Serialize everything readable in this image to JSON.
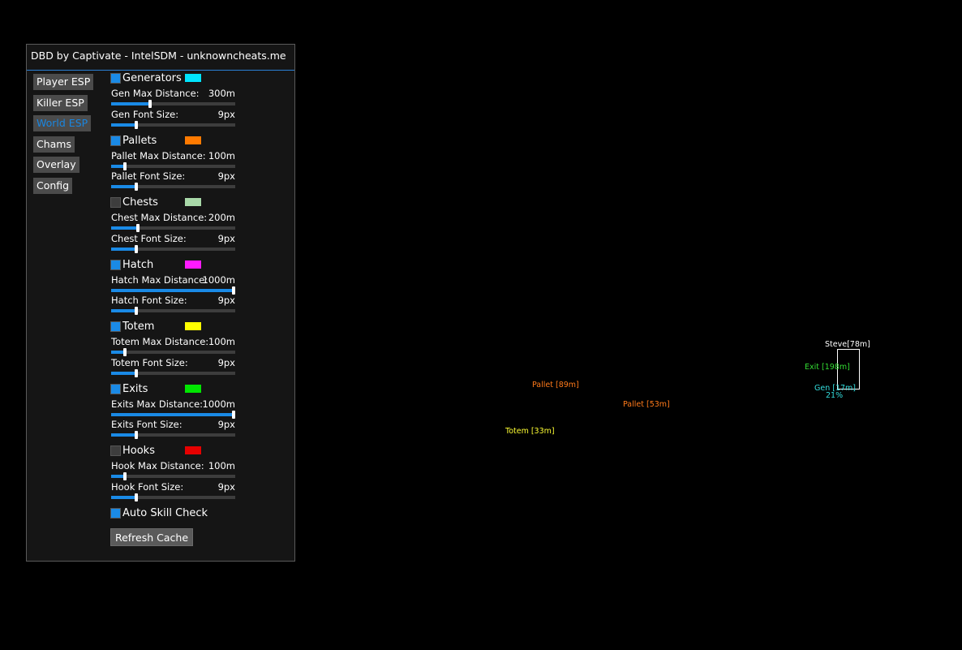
{
  "window": {
    "title": "DBD by Captivate - IntelSDM - unknowncheats.me"
  },
  "tabs": [
    {
      "label": "Player ESP",
      "active": false
    },
    {
      "label": "Killer ESP",
      "active": false
    },
    {
      "label": "World ESP",
      "active": true
    },
    {
      "label": "Chams",
      "active": false
    },
    {
      "label": "Overlay",
      "active": false
    },
    {
      "label": "Config",
      "active": false
    }
  ],
  "sections": [
    {
      "label": "Generators",
      "checked": true,
      "color": "#00e5ff",
      "sliders": [
        {
          "label": "Gen Max Distance:",
          "value": "300m",
          "fraction": 0.3
        },
        {
          "label": "Gen Font Size:",
          "value": "9px",
          "fraction": 0.19
        }
      ]
    },
    {
      "label": "Pallets",
      "checked": true,
      "color": "#ff7a00",
      "sliders": [
        {
          "label": "Pallet Max Distance:",
          "value": "100m",
          "fraction": 0.1
        },
        {
          "label": "Pallet Font Size:",
          "value": "9px",
          "fraction": 0.19
        }
      ]
    },
    {
      "label": "Chests",
      "checked": false,
      "color": "#a8d8a8",
      "sliders": [
        {
          "label": "Chest Max Distance:",
          "value": "200m",
          "fraction": 0.2
        },
        {
          "label": "Chest Font Size:",
          "value": "9px",
          "fraction": 0.19
        }
      ]
    },
    {
      "label": "Hatch",
      "checked": true,
      "color": "#ff1aff",
      "sliders": [
        {
          "label": "Hatch Max Distance:",
          "value": "1000m",
          "fraction": 1.0
        },
        {
          "label": "Hatch Font Size:",
          "value": "9px",
          "fraction": 0.19
        }
      ]
    },
    {
      "label": "Totem",
      "checked": true,
      "color": "#ffff00",
      "sliders": [
        {
          "label": "Totem Max Distance:",
          "value": "100m",
          "fraction": 0.1
        },
        {
          "label": "Totem Font Size:",
          "value": "9px",
          "fraction": 0.19
        }
      ]
    },
    {
      "label": "Exits",
      "checked": true,
      "color": "#00e600",
      "sliders": [
        {
          "label": "Exits Max Distance:",
          "value": "1000m",
          "fraction": 1.0
        },
        {
          "label": "Exits Font Size:",
          "value": "9px",
          "fraction": 0.19
        }
      ]
    },
    {
      "label": "Hooks",
      "checked": false,
      "color": "#e60000",
      "sliders": [
        {
          "label": "Hook Max Distance:",
          "value": "100m",
          "fraction": 0.1
        },
        {
          "label": "Hook Font Size:",
          "value": "9px",
          "fraction": 0.19
        }
      ]
    }
  ],
  "auto_skill_check": {
    "label": "Auto Skill Check",
    "checked": true
  },
  "refresh_button": {
    "label": "Refresh Cache"
  },
  "esp_labels": {
    "steve": {
      "text": "Steve[78m]",
      "color": "#ffffff"
    },
    "exit": {
      "text": "Exit [198m]",
      "color": "#33dd33"
    },
    "gen": {
      "text": "Gen [17m]",
      "color": "#33dddd"
    },
    "gen_progress": {
      "text": "21%",
      "color": "#33dddd"
    },
    "pallet_1": {
      "text": "Pallet [89m]",
      "color": "#ff7a1a"
    },
    "pallet_2": {
      "text": "Pallet [53m]",
      "color": "#ff7a1a"
    },
    "totem": {
      "text": "Totem [33m]",
      "color": "#ffff33"
    }
  }
}
